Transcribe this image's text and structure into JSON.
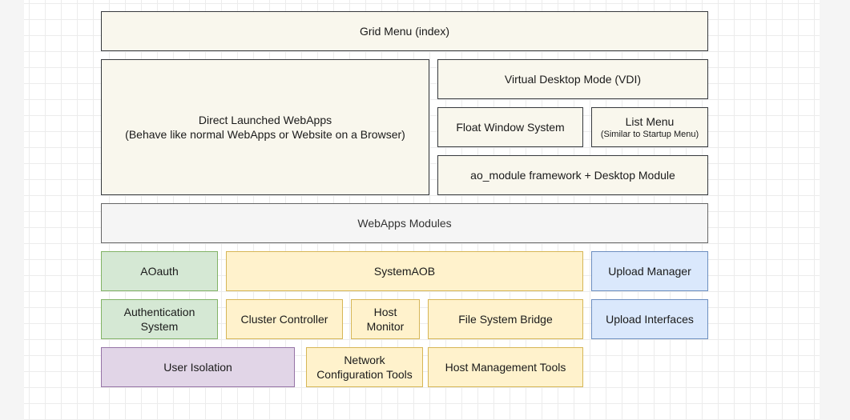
{
  "boxes": {
    "grid_menu": "Grid Menu (index)",
    "direct_webapps": {
      "line1": "Direct Launched WebApps",
      "line2": "(Behave like normal WebApps or Website on a Browser)"
    },
    "vdi": "Virtual Desktop Mode (VDI)",
    "float_window": "Float Window System",
    "list_menu": {
      "line1": "List Menu",
      "line2": "(Similar to Startup Menu)"
    },
    "ao_module": "ao_module framework + Desktop Module",
    "webapps_modules": "WebApps Modules",
    "aoauth": "AOauth",
    "systemaob": "SystemAOB",
    "upload_manager": "Upload Manager",
    "authentication": {
      "line1": "Authentication",
      "line2": "System"
    },
    "cluster_controller": "Cluster Controller",
    "host_monitor": {
      "line1": "Host",
      "line2": "Monitor"
    },
    "file_system_bridge": "File System Bridge",
    "upload_interfaces": "Upload Interfaces",
    "user_isolation": "User Isolation",
    "network_config": {
      "line1": "Network",
      "line2": "Configuration Tools"
    },
    "host_management": "Host Management Tools"
  },
  "colors": {
    "cream_fill": "#f9f7ed",
    "gray_fill": "#f5f5f5",
    "green_fill": "#d5e8d4",
    "yellow_fill": "#fff2cc",
    "blue_fill": "#dae8fc",
    "purple_fill": "#e1d5e7"
  }
}
